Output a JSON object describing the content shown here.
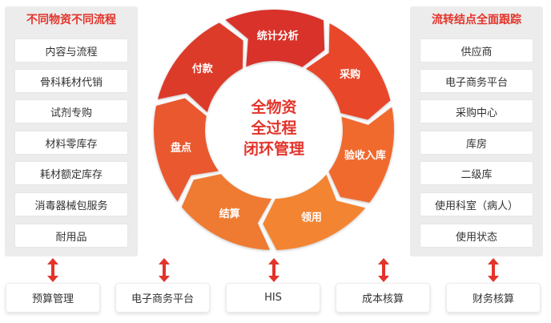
{
  "left_panel": {
    "title": "不同物资不同流程",
    "items": [
      "内容与流程",
      "骨科耗材代销",
      "试剂专购",
      "材料零库存",
      "耗材额定库存",
      "消毒器械包服务",
      "耐用品"
    ]
  },
  "right_panel": {
    "title": "流转结点全面跟踪",
    "items": [
      "供应商",
      "电子商务平台",
      "采购中心",
      "库房",
      "二级库",
      "使用科室（病人）",
      "使用状态"
    ]
  },
  "center": {
    "lines": [
      "全物资",
      "全过程",
      "闭环管理"
    ]
  },
  "cycle_segments": [
    "采购",
    "验收入库",
    "领用",
    "结算",
    "盘点",
    "付款",
    "统计分析"
  ],
  "bottom_systems": [
    "预算管理",
    "电子商务平台",
    "HIS",
    "成本核算",
    "财务核算"
  ],
  "colors": {
    "accent_red": "#e3342b",
    "segment_dark": "#d93a2b",
    "segment_light": "#f07a30",
    "panel_bg": "#ececec"
  }
}
